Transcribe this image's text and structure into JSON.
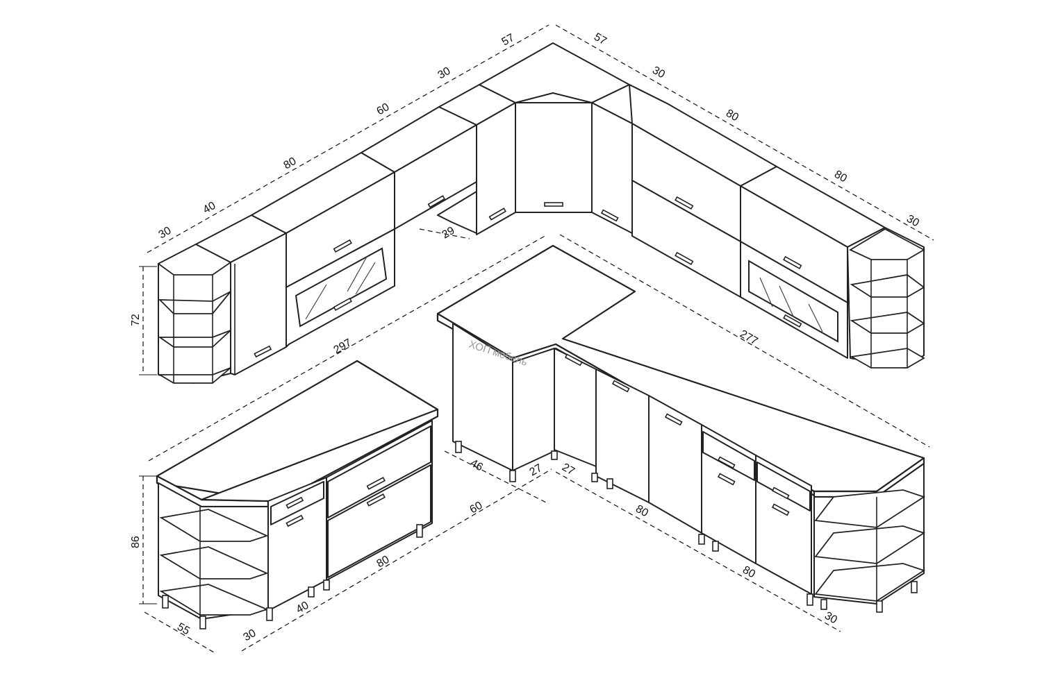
{
  "watermark": "ХОП мебель",
  "dimensions": {
    "upper_57_left": "57",
    "upper_30_left": "30",
    "upper_60": "60",
    "upper_80_left": "80",
    "upper_40": "40",
    "upper_30_end_left": "30",
    "upper_29": "29",
    "upper_height": "72",
    "upper_57_right": "57",
    "upper_30_right": "30",
    "upper_80_right_a": "80",
    "upper_80_right_b": "80",
    "upper_30_end_right": "30",
    "run_297": "297",
    "run_277": "277",
    "base_height": "86",
    "base_46": "46",
    "base_27_left": "27",
    "base_27_right": "27",
    "base_60": "60",
    "base_80_left": "80",
    "base_40": "40",
    "base_30_left": "30",
    "base_55": "55",
    "base_80_right_a": "80",
    "base_80_right_b": "80",
    "base_30_right": "30"
  }
}
